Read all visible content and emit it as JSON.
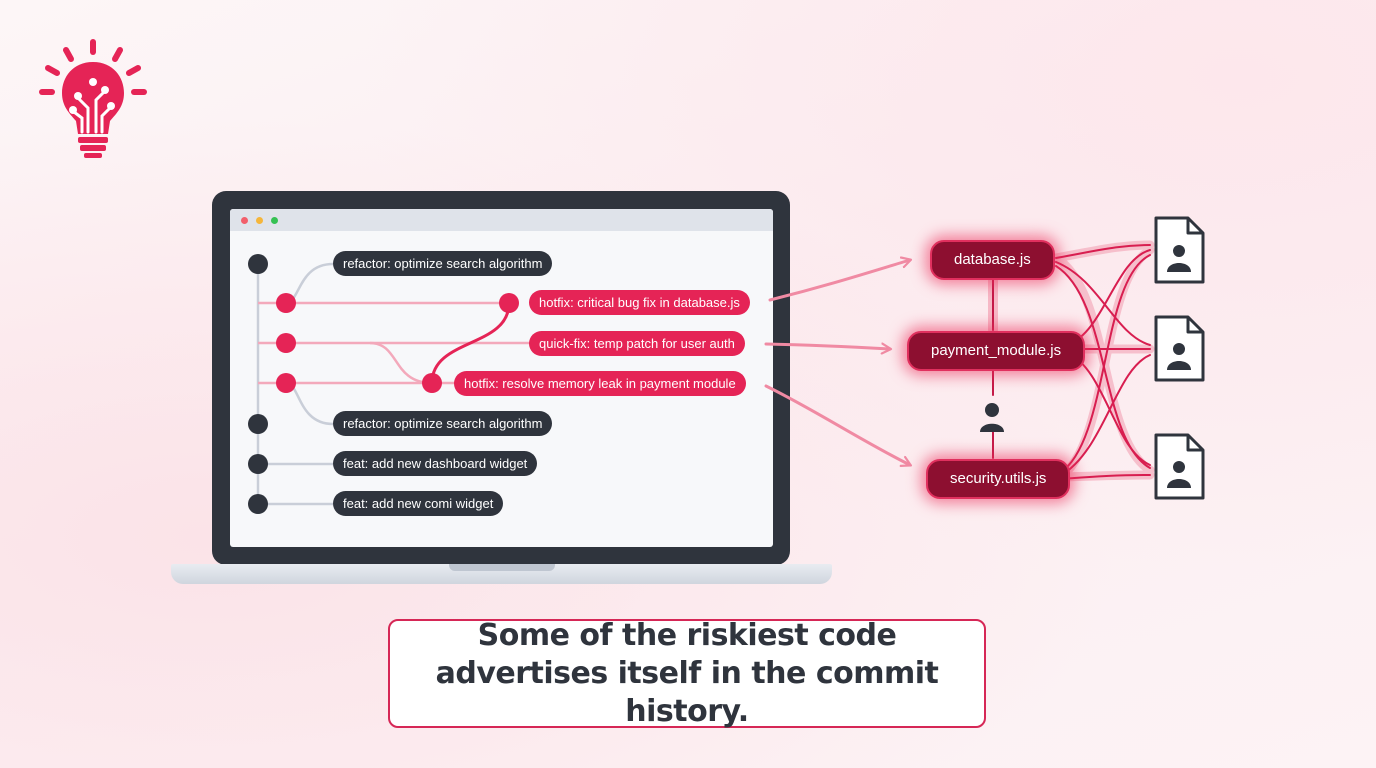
{
  "commits": [
    {
      "label": "refactor: optimize search algorithm",
      "risky": false
    },
    {
      "label": "hotfix: critical bug fix in database.js",
      "risky": true
    },
    {
      "label": "quick-fix: temp patch for user auth",
      "risky": true
    },
    {
      "label": "hotfix: resolve memory leak in payment module",
      "risky": true
    },
    {
      "label": "refactor: optimize search algorithm",
      "risky": false
    },
    {
      "label": "feat: add new dashboard widget",
      "risky": false
    },
    {
      "label": "feat: add new comi widget",
      "risky": false
    }
  ],
  "files": [
    {
      "name": "database.js"
    },
    {
      "name": "payment_module.js"
    },
    {
      "name": "security.utils.js"
    }
  ],
  "caption": "Some of the riskiest code advertises itself in the commit history.",
  "colors": {
    "accent": "#e52456",
    "dark": "#2f343d",
    "file_node": "#8d0f30",
    "line_light": "#f2a3b6"
  },
  "icons": [
    "lightbulb-circuit-icon",
    "user-icon",
    "user-document-icon"
  ]
}
